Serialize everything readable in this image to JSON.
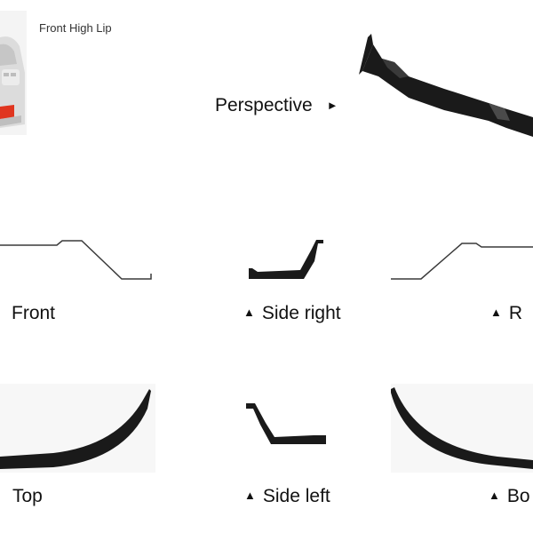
{
  "product": {
    "title": "Front High Lip"
  },
  "views": {
    "perspective": {
      "label": "Perspective",
      "arrow": "►"
    },
    "front": {
      "label": "Front"
    },
    "side_right": {
      "label": "Side right",
      "arrow": "▲"
    },
    "rear": {
      "label": "R",
      "arrow": "▲"
    },
    "top": {
      "label": "Top"
    },
    "side_left": {
      "label": "Side left",
      "arrow": "▲"
    },
    "bottom": {
      "label": "Bo",
      "arrow": "▲"
    }
  },
  "colors": {
    "part": "#1a1a1a",
    "outline": "#3a3a3a",
    "accent": "#e0351f",
    "thumb_bg": "#d9d9d9"
  }
}
